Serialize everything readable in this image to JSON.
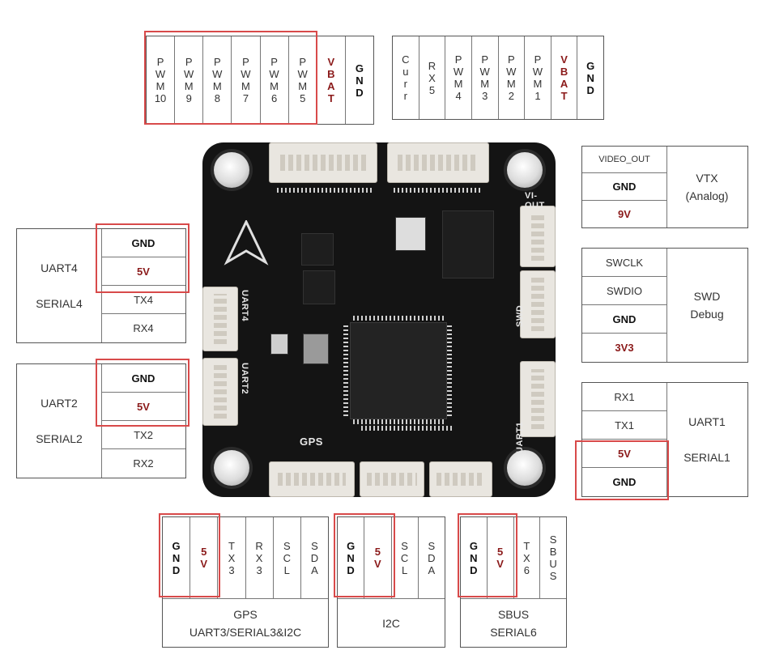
{
  "top_left_header": {
    "cols": [
      {
        "chars": [
          "P",
          "W",
          "M",
          "10"
        ],
        "kind": "sig"
      },
      {
        "chars": [
          "P",
          "W",
          "M",
          "9"
        ],
        "kind": "sig"
      },
      {
        "chars": [
          "P",
          "W",
          "M",
          "8"
        ],
        "kind": "sig"
      },
      {
        "chars": [
          "P",
          "W",
          "M",
          "7"
        ],
        "kind": "sig"
      },
      {
        "chars": [
          "P",
          "W",
          "M",
          "6"
        ],
        "kind": "sig"
      },
      {
        "chars": [
          "P",
          "W",
          "M",
          "5"
        ],
        "kind": "sig"
      },
      {
        "chars": [
          "V",
          "B",
          "A",
          "T"
        ],
        "kind": "pwr"
      },
      {
        "chars": [
          "G",
          "N",
          "D"
        ],
        "kind": "gnd"
      }
    ]
  },
  "top_right_header": {
    "cols": [
      {
        "chars": [
          "C",
          "u",
          "r",
          "r"
        ],
        "kind": "sig"
      },
      {
        "chars": [
          "R",
          "X",
          "5"
        ],
        "kind": "sig"
      },
      {
        "chars": [
          "P",
          "W",
          "M",
          "4"
        ],
        "kind": "sig"
      },
      {
        "chars": [
          "P",
          "W",
          "M",
          "3"
        ],
        "kind": "sig"
      },
      {
        "chars": [
          "P",
          "W",
          "M",
          "2"
        ],
        "kind": "sig"
      },
      {
        "chars": [
          "P",
          "W",
          "M",
          "1"
        ],
        "kind": "sig"
      },
      {
        "chars": [
          "V",
          "B",
          "A",
          "T"
        ],
        "kind": "pwr"
      },
      {
        "chars": [
          "G",
          "N",
          "D"
        ],
        "kind": "gnd"
      }
    ]
  },
  "uart4": {
    "name": [
      "UART4",
      "SERIAL4"
    ],
    "pins": [
      "GND",
      "5V",
      "TX4",
      "RX4"
    ]
  },
  "uart2": {
    "name": [
      "UART2",
      "SERIAL2"
    ],
    "pins": [
      "GND",
      "5V",
      "TX2",
      "RX2"
    ]
  },
  "vtx": {
    "name": [
      "VTX",
      "(Analog)"
    ],
    "pins": [
      "VIDEO_OUT",
      "GND",
      "9V"
    ]
  },
  "swd": {
    "name": [
      "SWD",
      "Debug"
    ],
    "pins": [
      "SWCLK",
      "SWDIO",
      "GND",
      "3V3"
    ]
  },
  "uart1": {
    "name": [
      "UART1",
      "SERIAL1"
    ],
    "pins": [
      "RX1",
      "TX1",
      "5V",
      "GND"
    ]
  },
  "gps": {
    "cols": [
      {
        "chars": [
          "G",
          "N",
          "D"
        ],
        "kind": "gnd"
      },
      {
        "chars": [
          "5",
          "V"
        ],
        "kind": "pwr"
      },
      {
        "chars": [
          "T",
          "X",
          "3"
        ],
        "kind": "sig"
      },
      {
        "chars": [
          "R",
          "X",
          "3"
        ],
        "kind": "sig"
      },
      {
        "chars": [
          "S",
          "C",
          "L"
        ],
        "kind": "sig"
      },
      {
        "chars": [
          "S",
          "D",
          "A"
        ],
        "kind": "sig"
      }
    ],
    "name": [
      "GPS",
      "UART3/SERIAL3&I2C"
    ]
  },
  "i2c": {
    "cols": [
      {
        "chars": [
          "G",
          "N",
          "D"
        ],
        "kind": "gnd"
      },
      {
        "chars": [
          "5",
          "V"
        ],
        "kind": "pwr"
      },
      {
        "chars": [
          "S",
          "C",
          "L"
        ],
        "kind": "sig"
      },
      {
        "chars": [
          "S",
          "D",
          "A"
        ],
        "kind": "sig"
      }
    ],
    "name": [
      "I2C"
    ]
  },
  "sbus": {
    "cols": [
      {
        "chars": [
          "G",
          "N",
          "D"
        ],
        "kind": "gnd"
      },
      {
        "chars": [
          "5",
          "V"
        ],
        "kind": "pwr"
      },
      {
        "chars": [
          "T",
          "X",
          "6"
        ],
        "kind": "sig"
      },
      {
        "chars": [
          "S",
          "B",
          "U",
          "S"
        ],
        "kind": "sig"
      }
    ],
    "name": [
      "SBUS",
      "SERIAL6"
    ]
  },
  "board_silk": {
    "vi_out": "VI-OUT",
    "uart4": "UART4",
    "uart2": "UART2",
    "gps": "GPS",
    "swd": "SWD",
    "uart1": "UART1"
  },
  "colors": {
    "power": "#8b1a1a",
    "highlight": "#d84a4a",
    "board": "#141414"
  }
}
